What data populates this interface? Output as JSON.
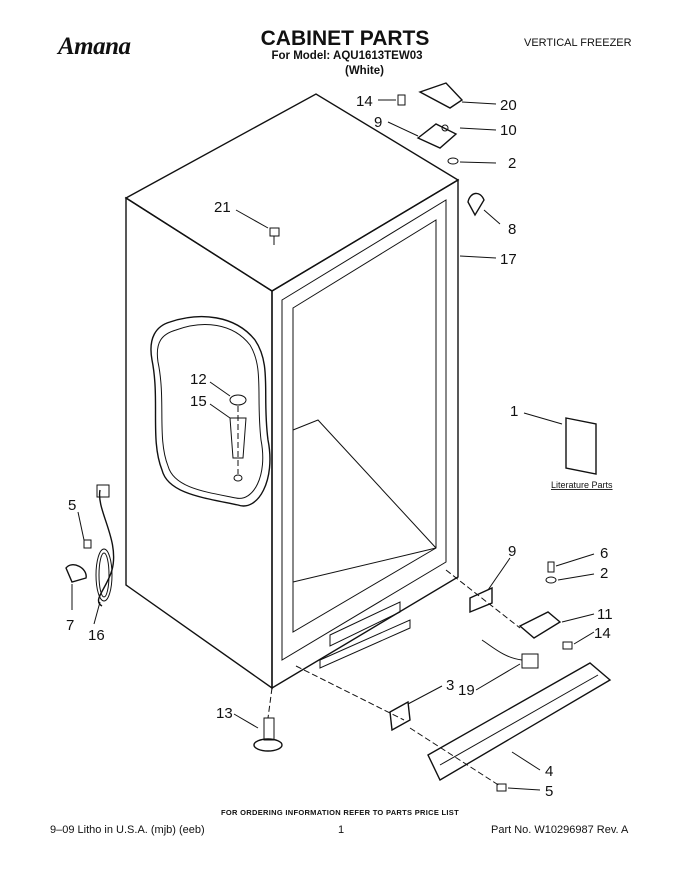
{
  "header": {
    "brand": "Amana",
    "title": "CABINET PARTS",
    "model_line": "For Model: AQU1613TEW03",
    "color_line": "(White)",
    "category": "VERTICAL FREEZER"
  },
  "callouts": [
    "14",
    "20",
    "9",
    "10",
    "2",
    "8",
    "21",
    "17",
    "12",
    "15",
    "1",
    "5",
    "9",
    "6",
    "2",
    "7",
    "16",
    "11",
    "14",
    "3",
    "19",
    "13",
    "4",
    "5"
  ],
  "literature_label": "Literature Parts",
  "footer": {
    "order_note": "FOR ORDERING INFORMATION REFER TO PARTS PRICE LIST",
    "left": "9–09 Litho in U.S.A. (mjb) (eeb)",
    "page": "1",
    "right": "Part No. W10296987 Rev. A"
  }
}
